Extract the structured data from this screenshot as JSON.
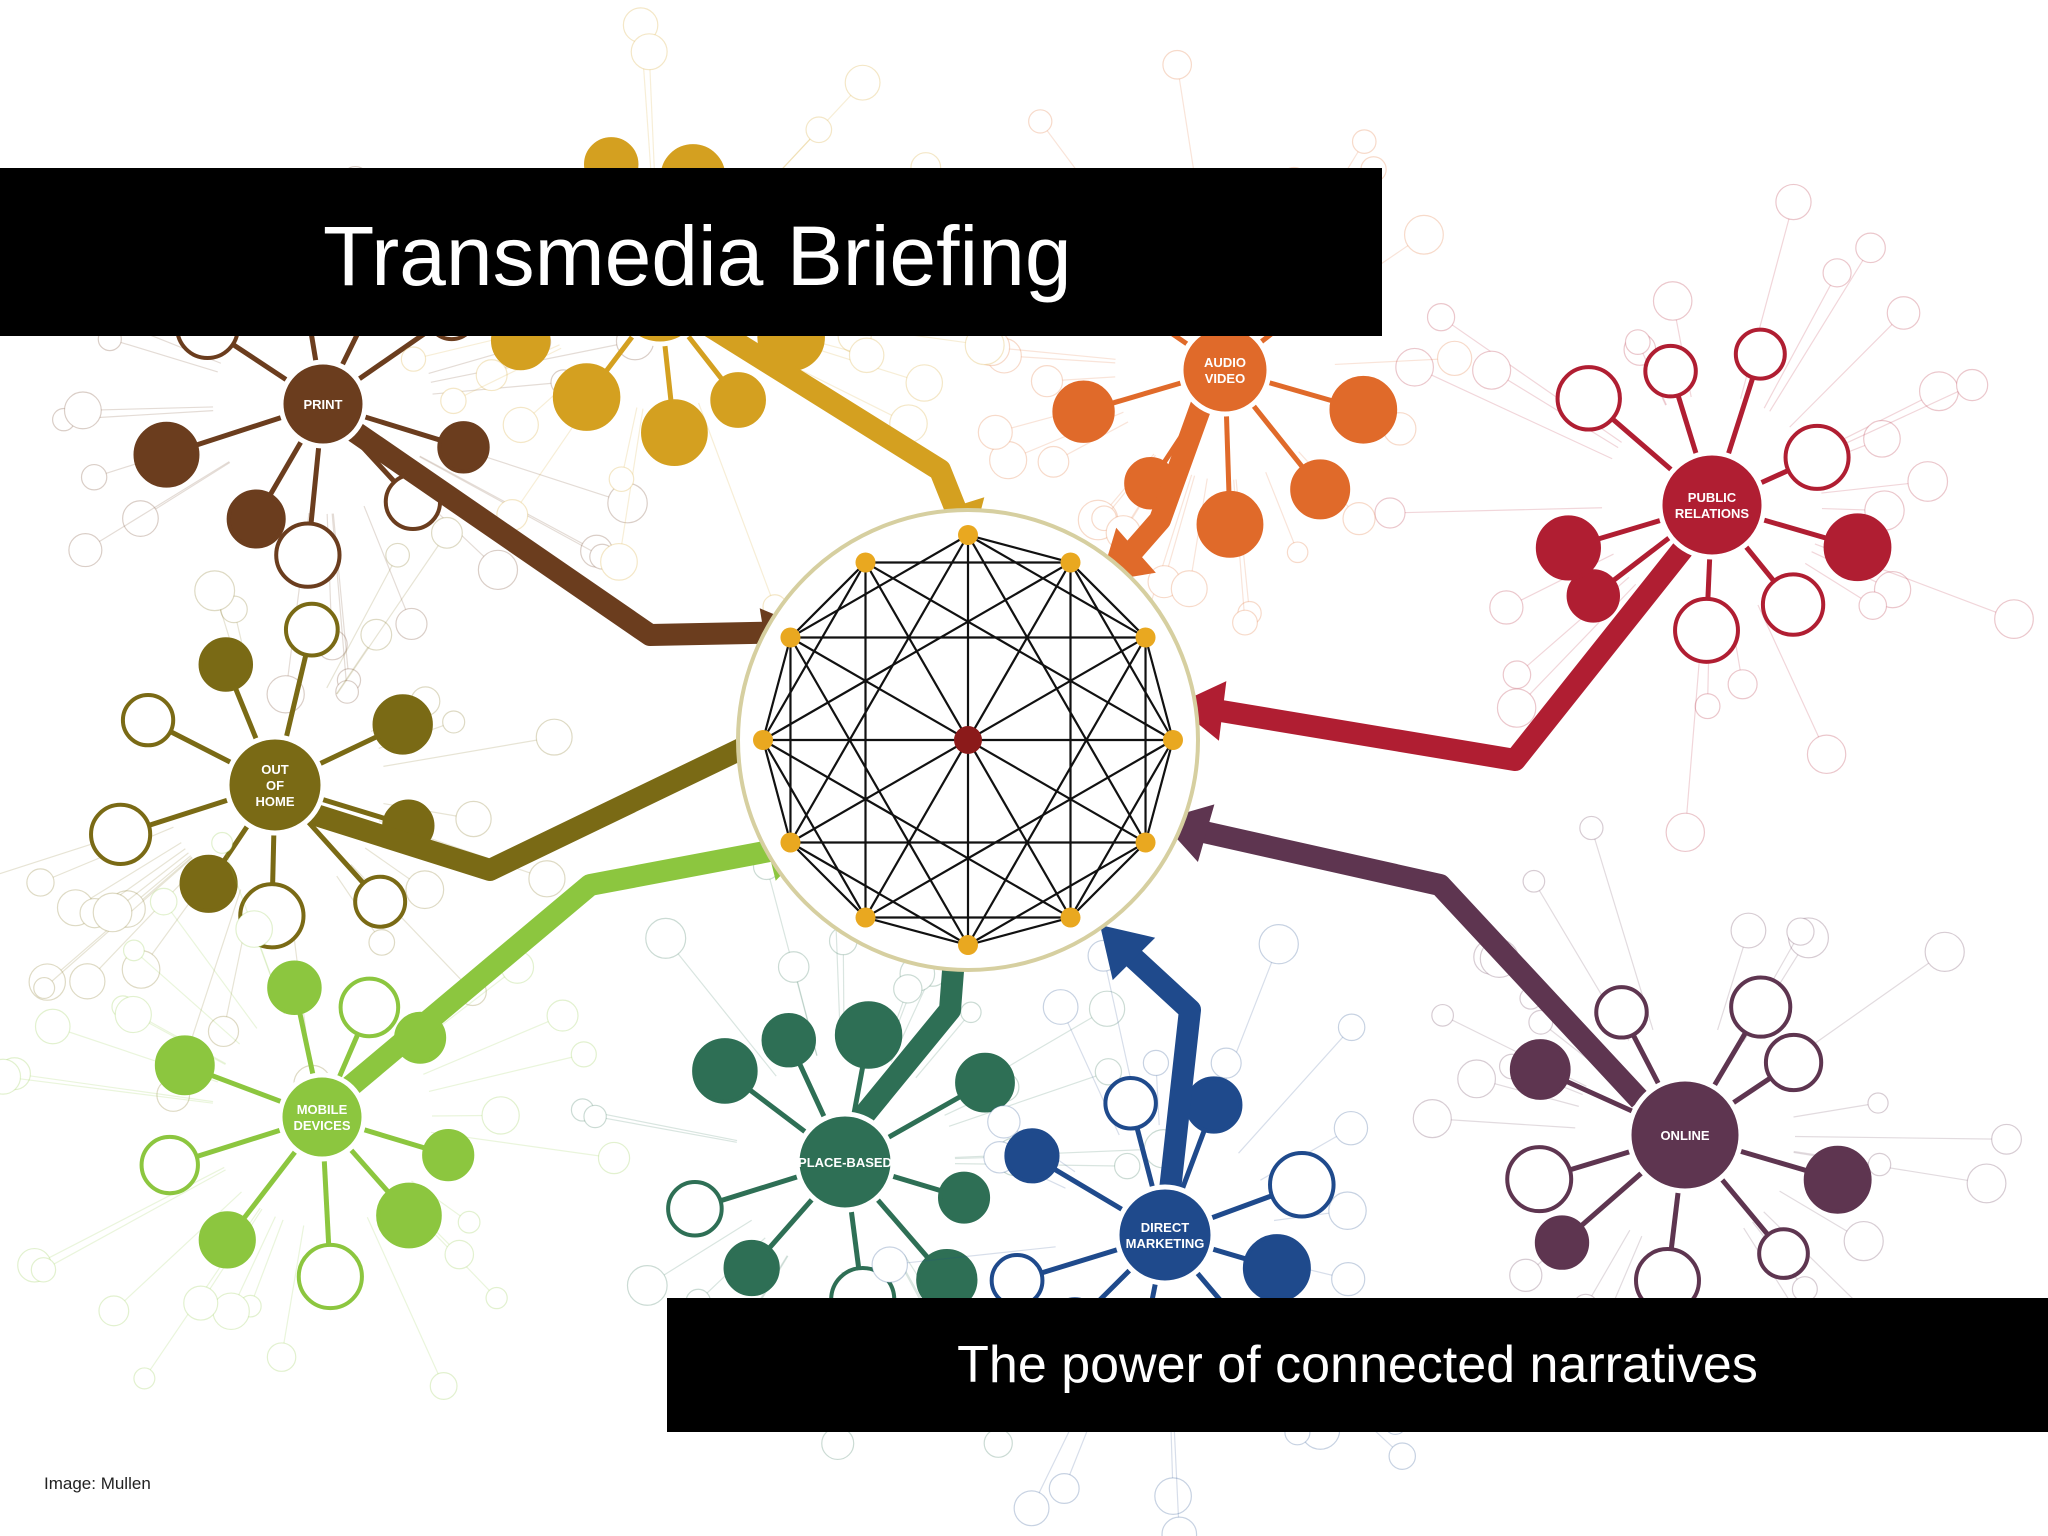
{
  "slide": {
    "title": "Transmedia Briefing",
    "subtitle": "The power of connected narratives",
    "credit": "Image: Mullen"
  },
  "diagram": {
    "hubs": [
      {
        "id": "print",
        "label": "PRINT",
        "color": "#6b3d1e"
      },
      {
        "id": "out-of-home",
        "label": "OUT OF HOME",
        "color": "#7a6a15"
      },
      {
        "id": "mobile-devices",
        "label": "MOBILE DEVICES",
        "color": "#8cc63f"
      },
      {
        "id": "place-based",
        "label": "PLACE-BASED",
        "color": "#2e6f55"
      },
      {
        "id": "direct-marketing",
        "label": "DIRECT MARKETING",
        "color": "#1f4a8c"
      },
      {
        "id": "online",
        "label": "ONLINE",
        "color": "#5e3550"
      },
      {
        "id": "public-relations",
        "label": "PUBLIC RELATIONS",
        "color": "#b01e32"
      },
      {
        "id": "audio-video",
        "label": "AUDIO VIDEO",
        "color": "#e06a2a"
      },
      {
        "id": "broadcast",
        "label": "",
        "color": "#d4a020"
      }
    ],
    "center_color": "#111111"
  }
}
